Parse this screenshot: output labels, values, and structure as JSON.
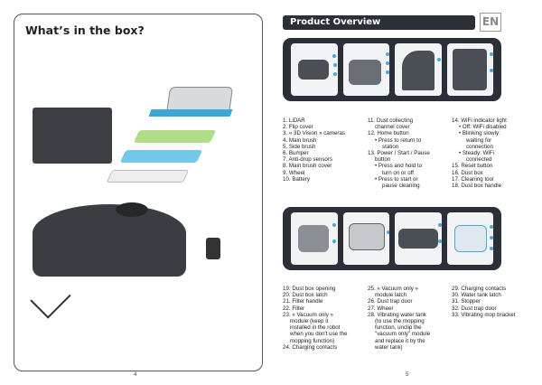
{
  "left_page": {
    "title": "What’s in the box?",
    "page_number": "4"
  },
  "right_page": {
    "title": "Product Overview",
    "language": "EN",
    "page_number": "5",
    "list1": {
      "col1": [
        "1.  LiDAR",
        "2.  Flip cover",
        "3.  « 3D Vision » cameras",
        "4.  Main brush",
        "5.  Side brush",
        "6.  Bumper",
        "7.  Anti-drop sensors",
        "8.  Main brush cover",
        "9.  Wheel",
        "10. Battery"
      ],
      "col2": [
        "11. Dust collecting",
        "channel cover",
        "12. Home button",
        "• Press to return to",
        "station",
        "13. Power / Start / Pause",
        "button",
        "• Press and hold to",
        "turn on or off",
        "• Press to start or",
        "pause cleaning"
      ],
      "col3": [
        "14. WiFi indicator light",
        "• Off: WiFi disabled",
        "• Blinking slowly:",
        "waiting for",
        "connection",
        "• Steady: WiFi",
        "connected",
        "15. Reset button",
        "16. Dust box",
        "17. Cleaning tool",
        "18. Dust box handle"
      ]
    },
    "list2": {
      "col1": [
        "19. Dust box opening",
        "20. Dust box latch",
        "21. Filter handle",
        "22. Filter",
        "23. « Vacuum only »",
        "module (keep it",
        "installed in the robot",
        "when you don't use the",
        "mopping function)",
        "24. Charging contacts"
      ],
      "col2": [
        "25. « Vacuum only »",
        "module latch",
        "26. Dust trap door",
        "27. Wheel",
        "28. Vibrating water tank",
        "(to use the mopping",
        "function, unclip the",
        "\"vacuum only\" module",
        "and replace it by the",
        "water tank)"
      ],
      "col3": [
        "29. Charging contacts",
        "30. Water tank latch",
        "31. Stopper",
        "32. Dust trap door",
        "33. Vibrating mop bracket"
      ]
    }
  },
  "colors": {
    "header": "#2b3038",
    "accent": "#4aa8d8"
  }
}
